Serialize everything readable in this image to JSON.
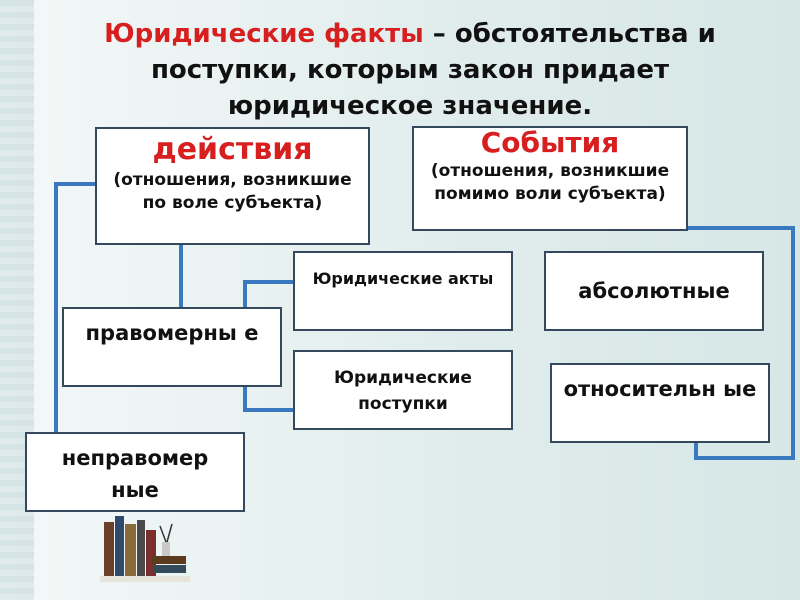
{
  "title": {
    "accent": "Юридические факты",
    "rest": " – обстоятельства и поступки, которым закон придает юридическое значение."
  },
  "boxes": {
    "actions": {
      "heading": "действия",
      "note": "(отношения, возникшие по воле субъекта)"
    },
    "events": {
      "heading": "События",
      "note": "(отношения, возникшие помимо воли субъекта)"
    },
    "lawful": {
      "label": "правомерны е"
    },
    "unlawful": {
      "label": "неправомер ные"
    },
    "legal_acts": {
      "label": "Юридические акты"
    },
    "legal_deeds": {
      "label": "Юридические поступки"
    },
    "absolute": {
      "label": "абсолютные"
    },
    "relative": {
      "label": "относительн ые"
    }
  },
  "colors": {
    "accent": "#d71f1f",
    "connector": "#3a78c0",
    "border": "#34495e"
  },
  "decor": {
    "books_icon": "books-icon"
  }
}
